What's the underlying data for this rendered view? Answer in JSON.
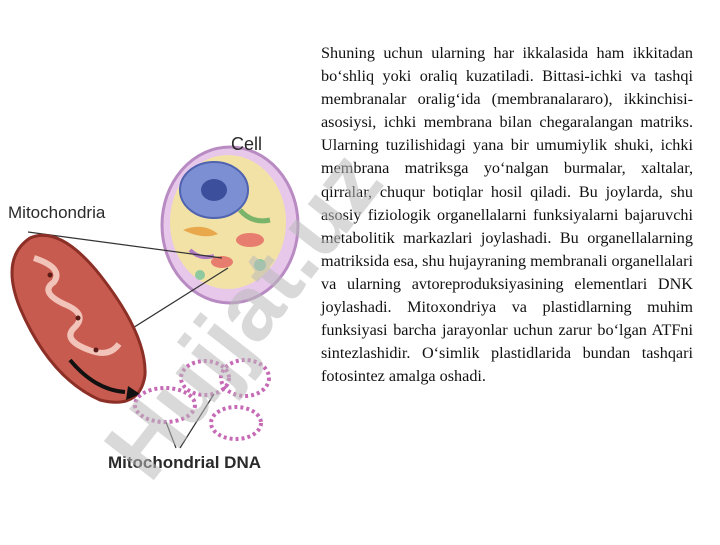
{
  "figure": {
    "cell_label": "Cell",
    "mito_label": "Mitochondria",
    "dna_label": "Mitochondrial  DNA"
  },
  "body_text": "Shuning uchun ularning har ikkalasida  ham ikkitadan bo‘shliq yoki oraliq kuzatiladi. Bittasi-ichki va tashqi membranalar oralig‘ida (membranalararo), ikkinchisi- asosiysi, ichki membrana bilan chegaralangan matriks. Ularning tuzilishidagi yana bir umumiylik shuki, ichki membrana matriksga yo‘nalgan burmalar, xaltalar, qirralar, chuqur botiqlar hosil qiladi. Bu joylarda, shu asosiy fiziologik organellalarni funksiyalarni bajaruvchi metabolitik markazlari joylashadi. Bu organellalarning matriksida esa, shu hujayraning membranali organellalari va ularning avtoreproduksiyasining elementlari DNK joylashadi. Mitoxondriya va plastidlarning muhim funksiyasi barcha jarayonlar uchun zarur bo‘lgan ATFni sintezlashidir. O‘simlik plastidlarida bundan tashqari fotosintez amalga oshadi.",
  "watermark": "Hujjat.uz",
  "colors": {
    "watermark": "#b9b9b9",
    "watermark_accent": "#e8c8e6",
    "mito_outer": "#a8443a",
    "cell_membrane": "#d9b7dd",
    "dna": "#c66ab6"
  }
}
